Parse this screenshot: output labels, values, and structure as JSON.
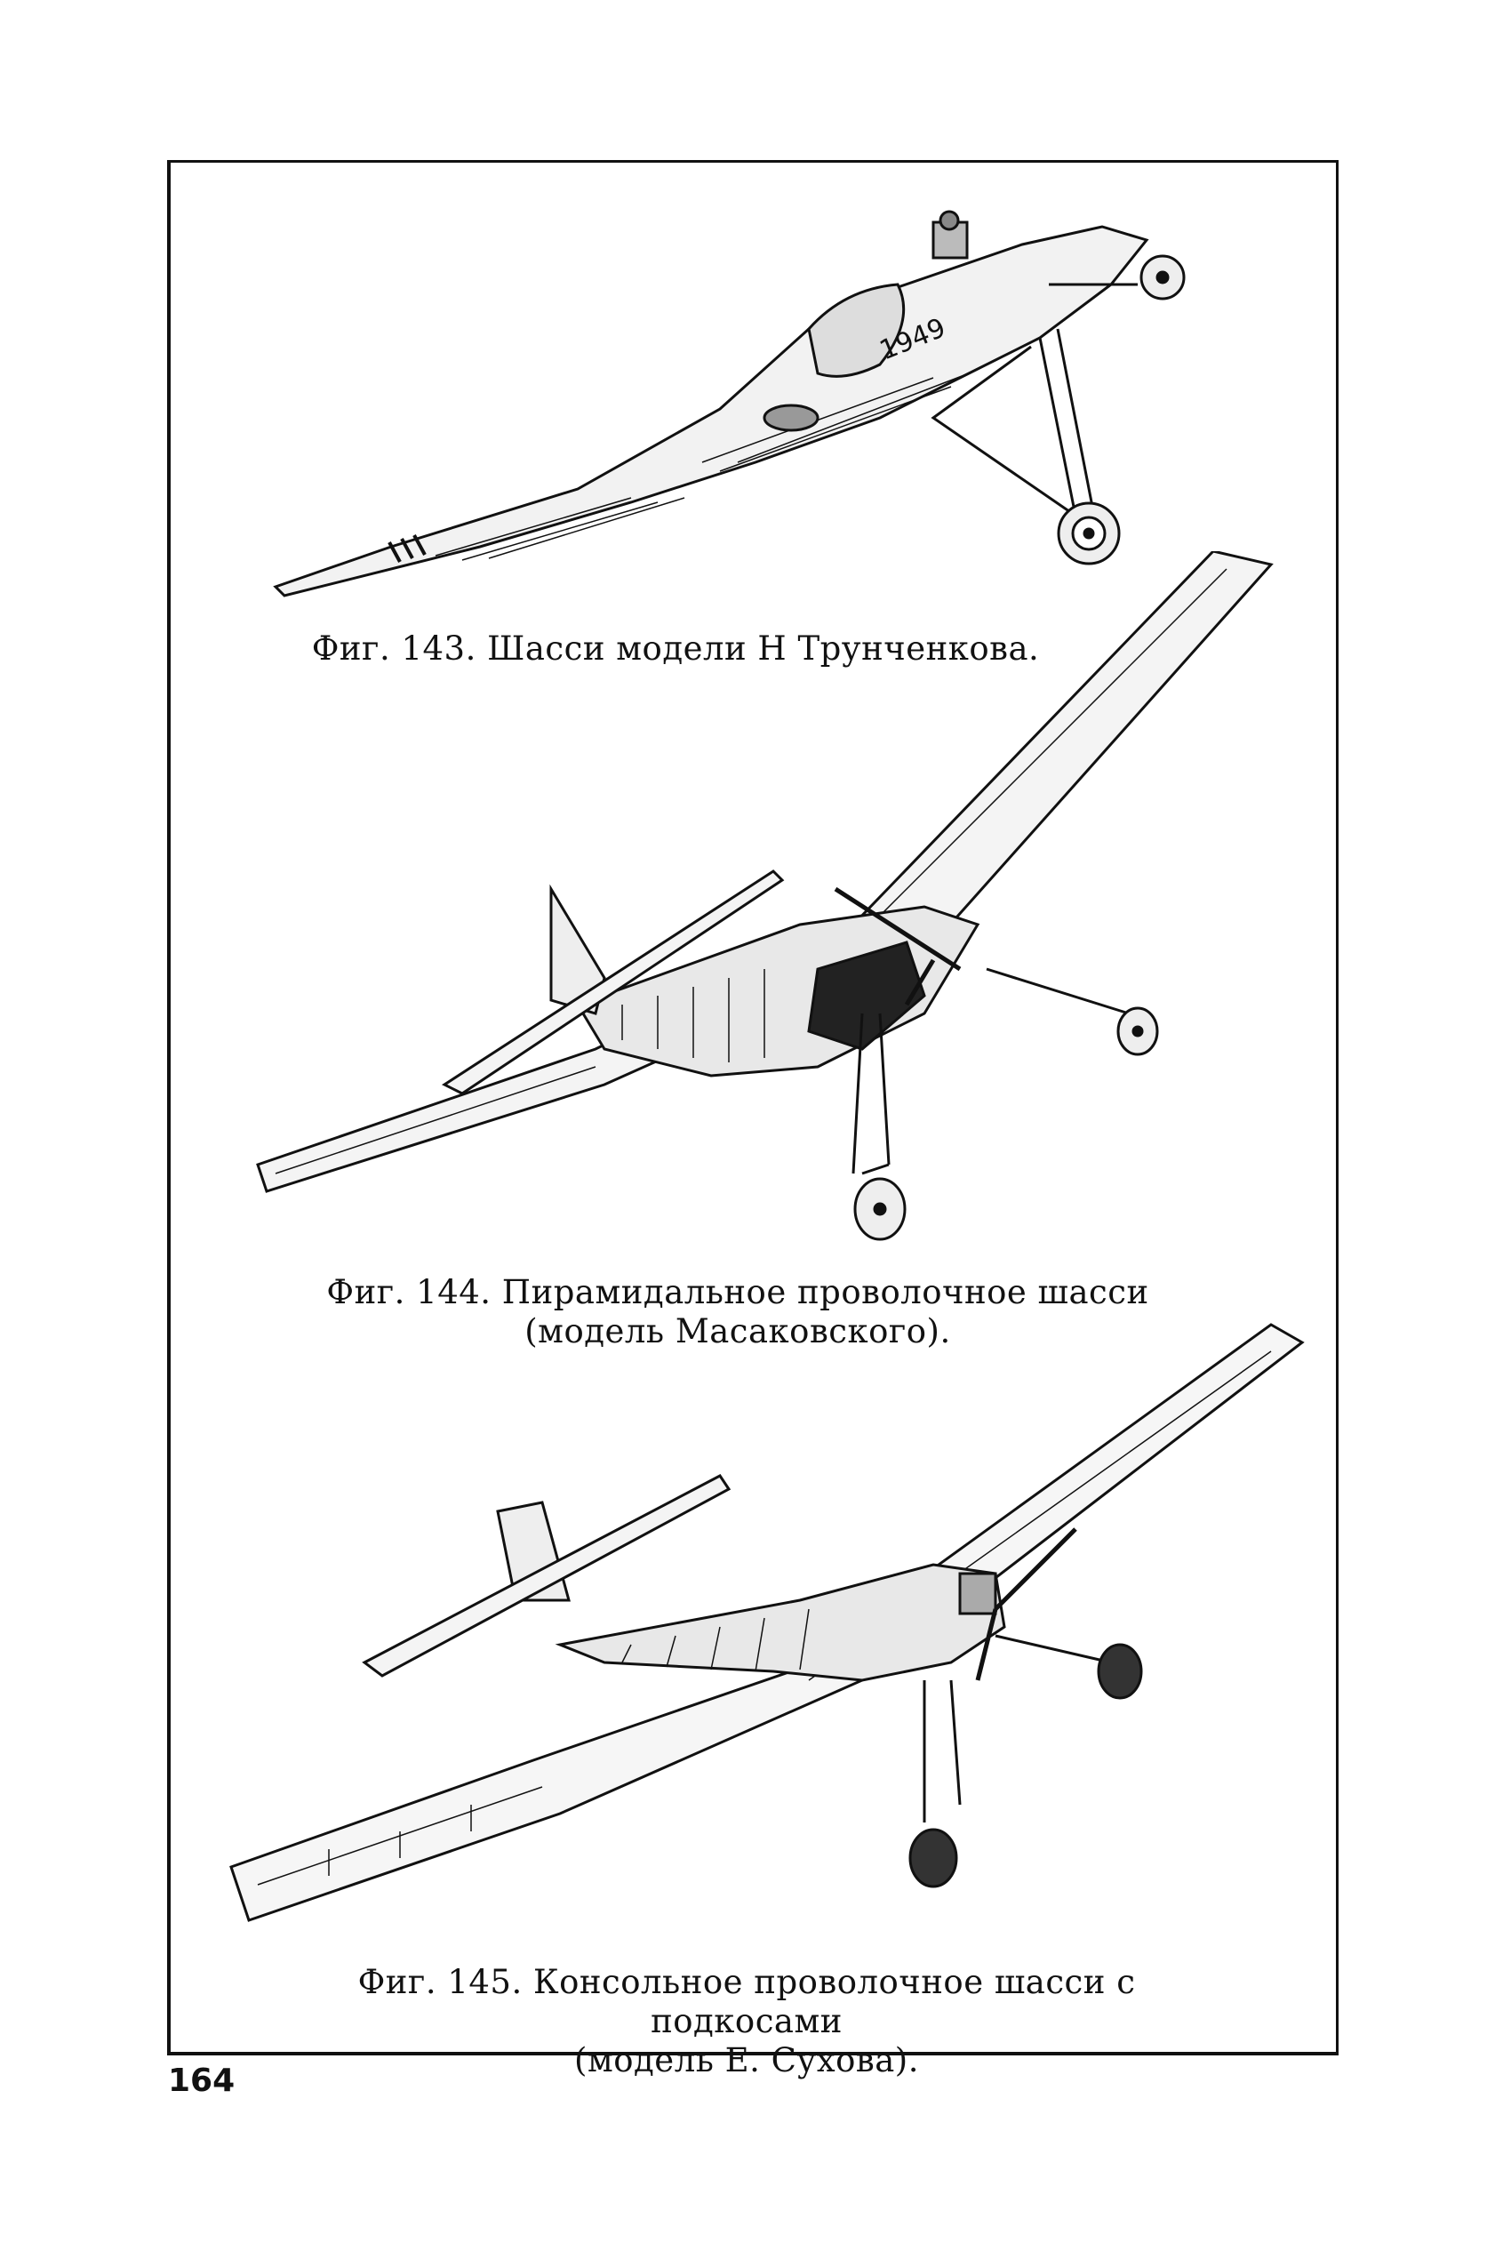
{
  "page": {
    "number": "164"
  },
  "figures": [
    {
      "id": "fig-143",
      "caption": "Фиг. 143. Шасси модели Н Трунченкова.",
      "registration": "1949",
      "illustration": "model-aircraft-tricycle-gear"
    },
    {
      "id": "fig-144",
      "caption_line1": "Фиг. 144. Пирамидальное проволочное шасси",
      "caption_line2": "(модель Масаковского).",
      "illustration": "model-aircraft-pyramid-gear"
    },
    {
      "id": "fig-145",
      "caption_line1": "Фиг. 145. Консольное проволочное шасси с подкосами",
      "caption_line2": "(модель Е. Сухова).",
      "illustration": "model-aircraft-cantilever-gear"
    }
  ]
}
